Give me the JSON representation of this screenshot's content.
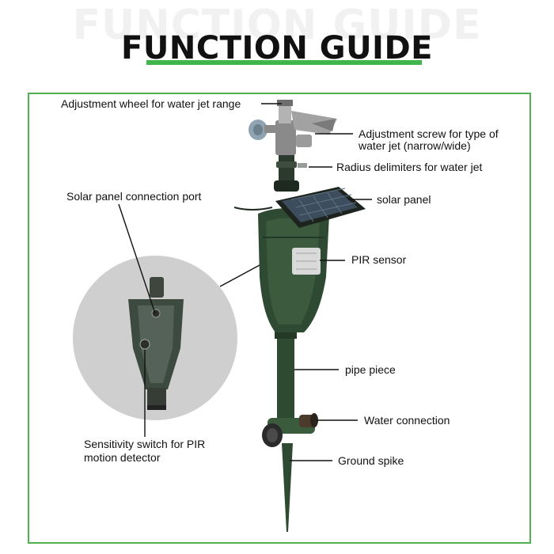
{
  "header": {
    "ghost_text": "FUNCTION GUIDE",
    "title": "FUNCTION GUIDE",
    "accent_color": "#3fb54a",
    "frame_color": "#52b04f"
  },
  "labels": {
    "adjustment_wheel": "Adjustment wheel for water jet range",
    "adjustment_screw_line1": "Adjustment screw for type of",
    "adjustment_screw_line2": "water jet (narrow/wide)",
    "radius_delimiters": "Radius delimiters for water jet",
    "solar_port": "Solar panel connection port",
    "solar_panel": "solar panel",
    "pir_sensor": "PIR sensor",
    "pipe_piece": "pipe piece",
    "water_connection": "Water connection",
    "ground_spike": "Ground spike",
    "sensitivity_line1": "Sensitivity switch for PIR",
    "sensitivity_line2": "motion detector"
  }
}
